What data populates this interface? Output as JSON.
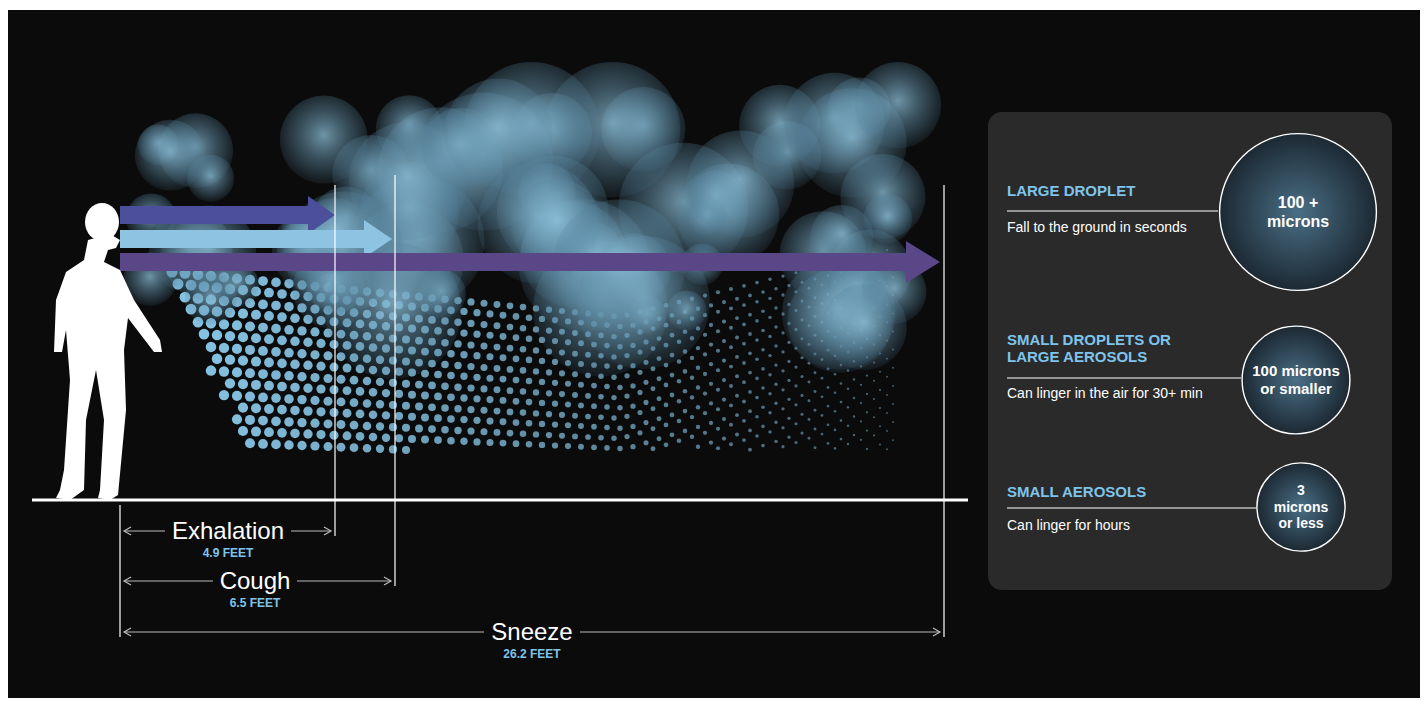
{
  "diagram": {
    "nodes": [
      {
        "text": [
          "100 + microns"
        ]
      },
      {
        "text": [
          "100 microns or smaller"
        ]
      },
      {
        "text": [
          "3 microns or less"
        ]
      }
    ],
    "labels": [
      "Exhalation",
      "4.9 FEET",
      "Cough",
      "6.5 FEET",
      "Sneeze",
      "26.2 FEET",
      "LARGE DROPLET",
      "Fall to the ground in seconds",
      "SMALL DROPLETS OR LARGE AEROSOLS",
      "Can linger in the air for 30+ min",
      "SMALL AEROSOLS",
      "Can linger for hours"
    ]
  }
}
